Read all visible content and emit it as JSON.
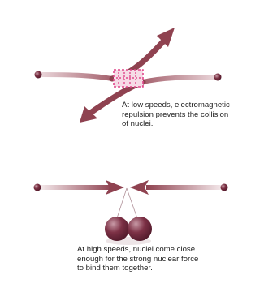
{
  "captions": {
    "low_speed": [
      "At low speeds, electromagnetic",
      "repulsion prevents the collision",
      "of nuclei."
    ],
    "high_speed": [
      "At high speeds, nuclei come close",
      "enough for the strong nuclear force",
      "to bind them together."
    ]
  },
  "colors": {
    "arrow": "#8f4250",
    "arrow_light": "#f3e4e7",
    "nucleus": "#7a2f42",
    "repulsion": "#e0488c",
    "bound_nucleus": "#6e2a3d",
    "guide_line": "#b09098",
    "text": "#222222"
  }
}
